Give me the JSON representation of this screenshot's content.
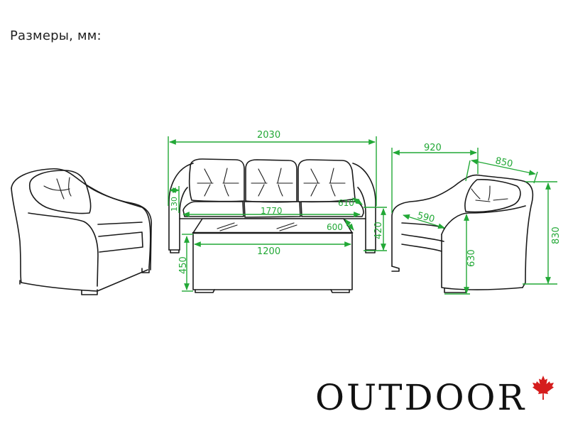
{
  "caption": "Размеры, мм:",
  "brand": {
    "name": "OUTDOOR",
    "leaf_color": "#d51d1d"
  },
  "colors": {
    "dimension_line": "#22a836",
    "outline": "#1a1a1a",
    "background": "#ffffff"
  },
  "sofa": {
    "overall_width": "2030",
    "seat_width": "1770",
    "arm_width": "130",
    "seat_depth": "610",
    "seat_height": "420"
  },
  "table": {
    "length": "1200",
    "width": "600",
    "height": "450"
  },
  "armchair": {
    "width": "920",
    "depth": "850",
    "seat_width": "590",
    "arm_height": "630",
    "overall_height": "830"
  }
}
